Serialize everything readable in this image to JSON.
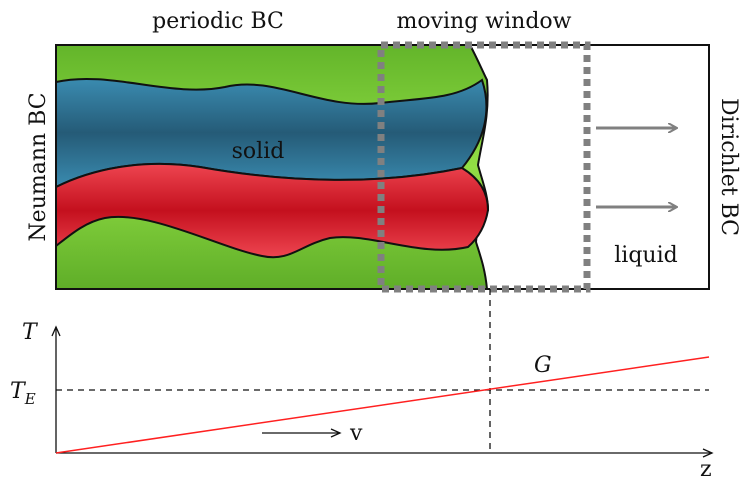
{
  "labels": {
    "periodic_bc": "periodic BC",
    "moving_window": "moving window",
    "neumann_bc": "Neumann BC",
    "dirichlet_bc": "Dirichlet BC",
    "solid": "solid",
    "liquid": "liquid"
  },
  "plot": {
    "y_axis_label": "T",
    "t_e_label": "T",
    "t_e_subscript": "E",
    "gradient_label": "G",
    "velocity_label": "v",
    "x_axis_label": "z"
  },
  "colors": {
    "green_phase": "#7cc833",
    "blue_phase": "#2f6f8f",
    "red_phase": "#d31a2a",
    "window_dash": "#808080",
    "temperature_line": "#ff2020",
    "flow_arrow": "#808080"
  },
  "icons": {
    "flow_arrows": "right-arrow",
    "velocity_arrow": "right-arrow"
  }
}
